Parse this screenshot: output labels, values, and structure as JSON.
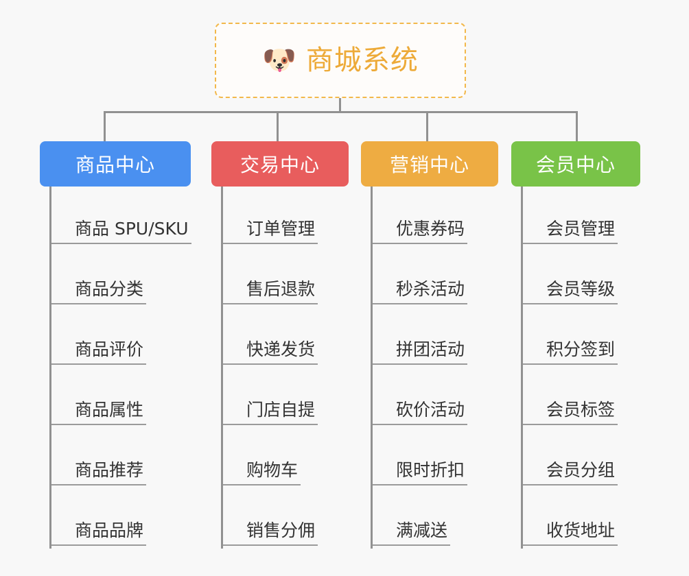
{
  "diagram": {
    "title": "商城系统",
    "root": {
      "icon": "dog-face-icon",
      "icon_glyph": "🐶",
      "label": "商城系统",
      "border_color": "#f2b84b",
      "text_color": "#edaa38",
      "background": "#fefcfa"
    },
    "background_color": "#f8f8f8",
    "connector_color": "#919191",
    "branches": [
      {
        "label": "商品中心",
        "color": "#4a90f0",
        "items": [
          "商品 SPU/SKU",
          "商品分类",
          "商品评价",
          "商品属性",
          "商品推荐",
          "商品品牌"
        ]
      },
      {
        "label": "交易中心",
        "color": "#e85d5d",
        "items": [
          "订单管理",
          "售后退款",
          "快递发货",
          "门店自提",
          "购物车",
          "销售分佣"
        ]
      },
      {
        "label": "营销中心",
        "color": "#eeac42",
        "items": [
          "优惠券码",
          "秒杀活动",
          "拼团活动",
          "砍价活动",
          "限时折扣",
          "满减送"
        ]
      },
      {
        "label": "会员中心",
        "color": "#79c348",
        "items": [
          "会员管理",
          "会员等级",
          "积分签到",
          "会员标签",
          "会员分组",
          "收货地址"
        ]
      }
    ]
  }
}
